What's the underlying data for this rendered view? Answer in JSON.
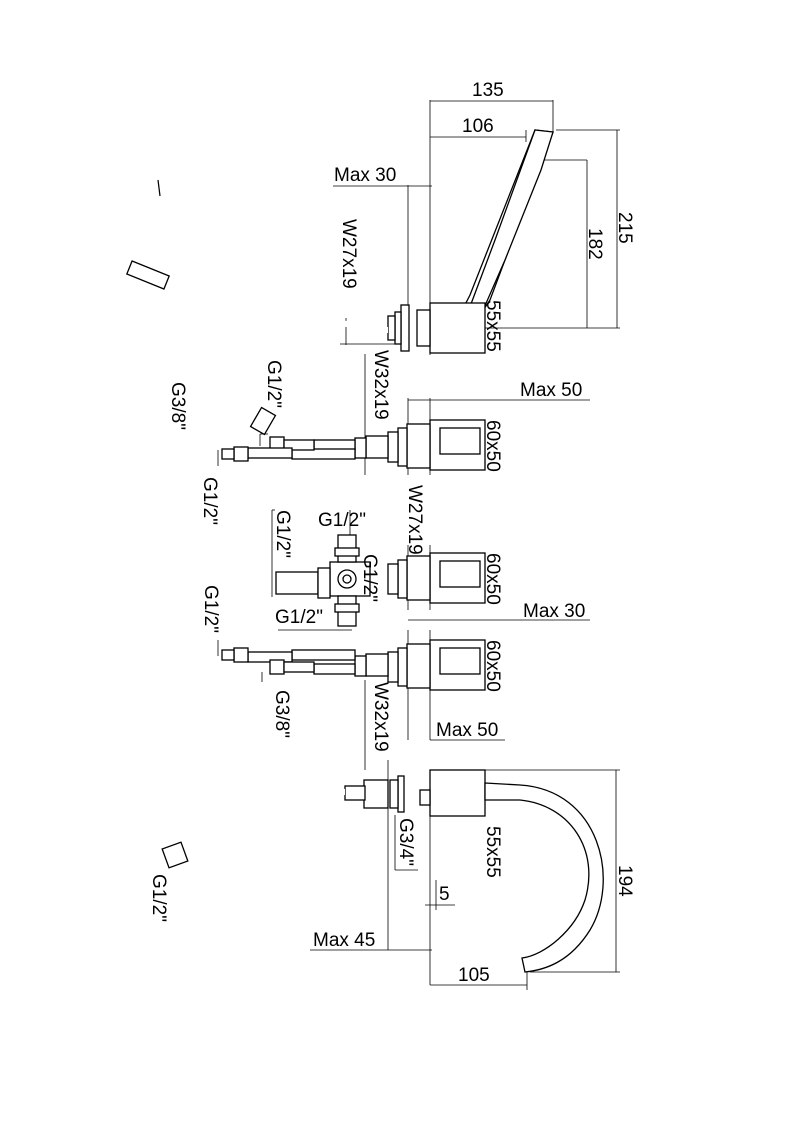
{
  "drawing": {
    "dimensions": {
      "spout_reach": "135",
      "spout_offset": "106",
      "spout_height_outer": "215",
      "spout_height_inner": "182",
      "max_deck_top": "Max 30",
      "spout_base": "55x55",
      "spout_thread": "W27x19",
      "valve1_thread": "W32x19",
      "max_deck_mid": "Max 50",
      "valve1_base": "60x50",
      "diverter_thread": "W27x19",
      "valve2_base": "60x50",
      "max_deck_lower": "Max 30",
      "valve3_base": "60x50",
      "valve3_thread": "W32x19",
      "max_deck_bottom": "Max 50",
      "hand_base": "55x55",
      "hand_thread": "G3/4\"",
      "hand_gap": "5",
      "max_deck_hand": "Max 45",
      "hand_reach": "105",
      "hand_height": "194"
    },
    "connections": {
      "hose_nut_top": "G1/2\"",
      "valve1_outlet": "G3/8\"",
      "valve1_inlet": "G1/2\"",
      "diverter_side": "G1/2\"",
      "diverter_top": "G1/2\"",
      "diverter_center": "G1/2\"",
      "diverter_bottom": "G1/2\"",
      "valve3_inlet": "G1/2\"",
      "valve3_outlet": "G3/8\"",
      "hand_hose_end": "G1/2\""
    }
  }
}
